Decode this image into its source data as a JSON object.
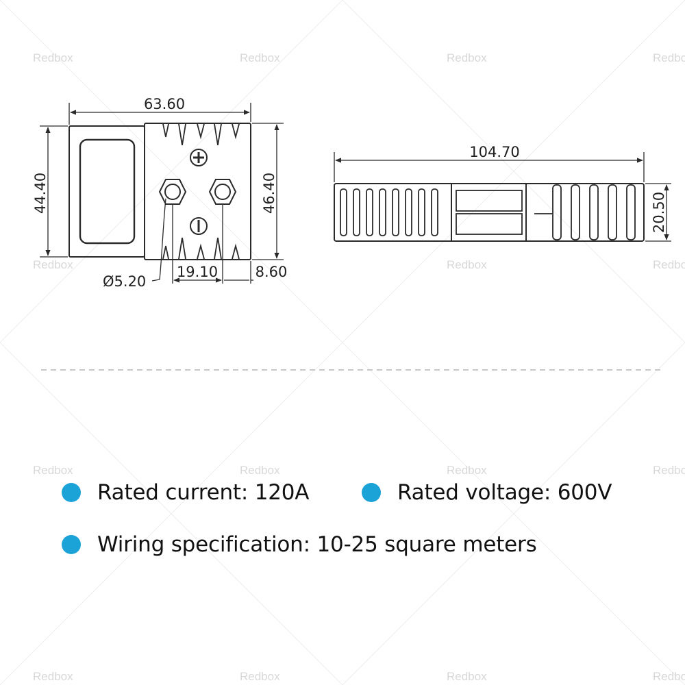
{
  "watermark": {
    "text": "Redbox"
  },
  "dimensions": {
    "front_width": "63.60",
    "front_height_left": "44.40",
    "front_height_right": "46.40",
    "hole_diameter": "Ø5.20",
    "terminal_spacing": "19.10",
    "offset": "8.60",
    "side_length": "104.70",
    "side_height": "20.50"
  },
  "specs": [
    {
      "label": "Rated current: 120A"
    },
    {
      "label": "Rated voltage: 600V"
    },
    {
      "label": "Wiring specification: 10-25 square meters"
    }
  ],
  "colors": {
    "bullet": "#1ba2d6",
    "line": "#2a2a2a",
    "divider": "#c8c8c8",
    "watermark": "#d8d8d8"
  }
}
